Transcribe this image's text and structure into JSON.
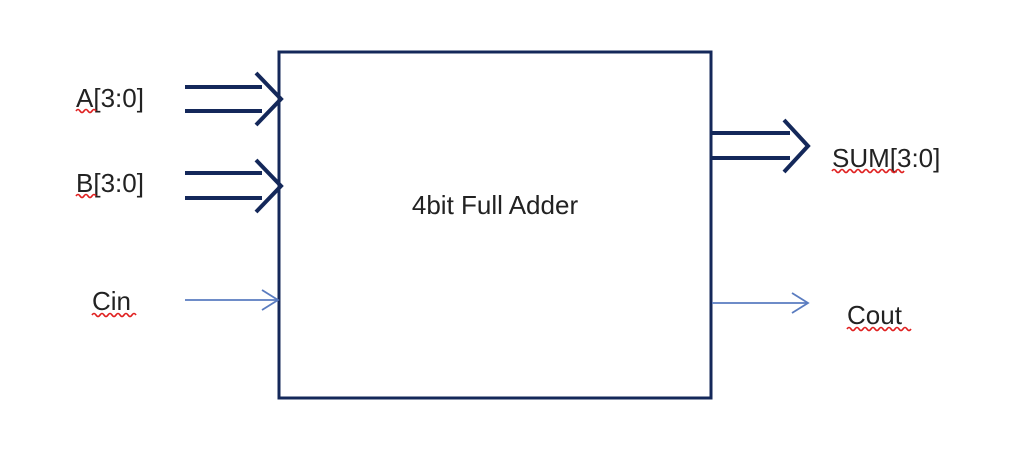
{
  "block": {
    "title": "4bit Full Adder"
  },
  "inputs": {
    "a": "A[3:0]",
    "b": "B[3:0]",
    "cin": "Cin"
  },
  "outputs": {
    "sum": "SUM[3:0]",
    "cout": "Cout"
  },
  "colors": {
    "block_stroke": "#14285a",
    "bus_arrow": "#14285a",
    "single_arrow": "#5a7cc0",
    "text": "#222222",
    "spellcheck": "#e02020"
  }
}
